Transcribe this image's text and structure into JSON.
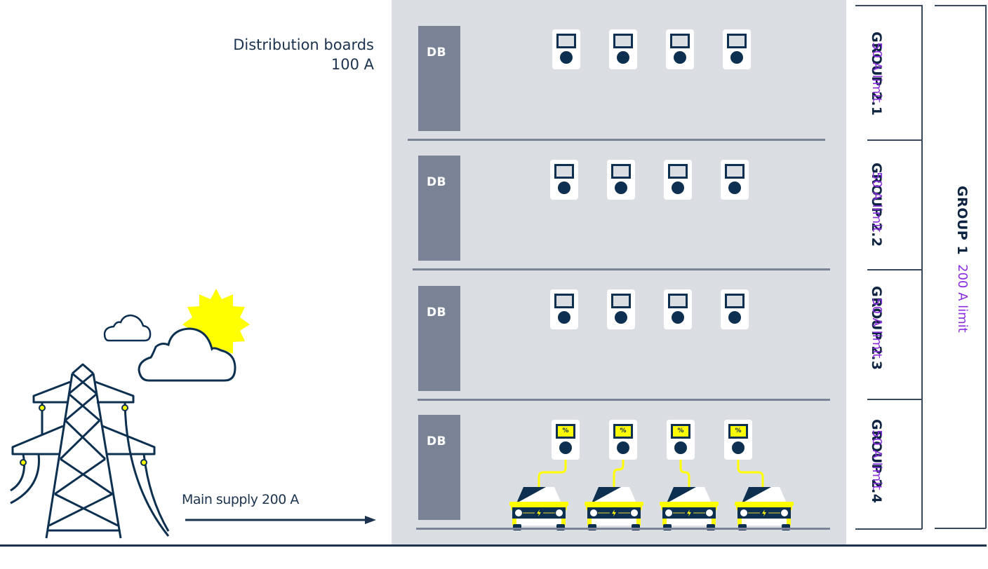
{
  "labels": {
    "distribution_boards": "Distribution boards",
    "distribution_boards_current": "100 A",
    "main_supply": "Main supply  200 A"
  },
  "floors": [
    {
      "db_label": "DB",
      "chargers": [
        {
          "state": "idle"
        },
        {
          "state": "idle"
        },
        {
          "state": "idle"
        },
        {
          "state": "idle"
        }
      ]
    },
    {
      "db_label": "DB",
      "chargers": [
        {
          "state": "idle"
        },
        {
          "state": "idle"
        },
        {
          "state": "idle"
        },
        {
          "state": "idle"
        }
      ]
    },
    {
      "db_label": "DB",
      "chargers": [
        {
          "state": "idle"
        },
        {
          "state": "idle"
        },
        {
          "state": "idle"
        },
        {
          "state": "idle"
        }
      ]
    },
    {
      "db_label": "DB",
      "chargers": [
        {
          "state": "charging",
          "display": "%"
        },
        {
          "state": "charging",
          "display": "%"
        },
        {
          "state": "charging",
          "display": "%"
        },
        {
          "state": "charging",
          "display": "%"
        }
      ]
    }
  ],
  "groups": [
    {
      "name": "GROUP 2.1",
      "limit": "50 A limit"
    },
    {
      "name": "GROUP 2.2",
      "limit": "50 A limit"
    },
    {
      "name": "GROUP 2.3",
      "limit": "50 A limit"
    },
    {
      "name": "GROUP 2.4",
      "limit": "50 A limit"
    }
  ],
  "master_group": {
    "name": "GROUP 1",
    "limit": "200 A limit"
  },
  "colors": {
    "navy": "#0d3050",
    "accent_yellow": "#ffff00",
    "limit_purple": "#8a2be2",
    "building_bg": "#dadde2",
    "db_gray": "#7a8396"
  },
  "icons": [
    "pylon-icon",
    "sun-icon",
    "cloud-icon",
    "charger-icon",
    "electric-car-icon",
    "arrow-right-icon"
  ]
}
